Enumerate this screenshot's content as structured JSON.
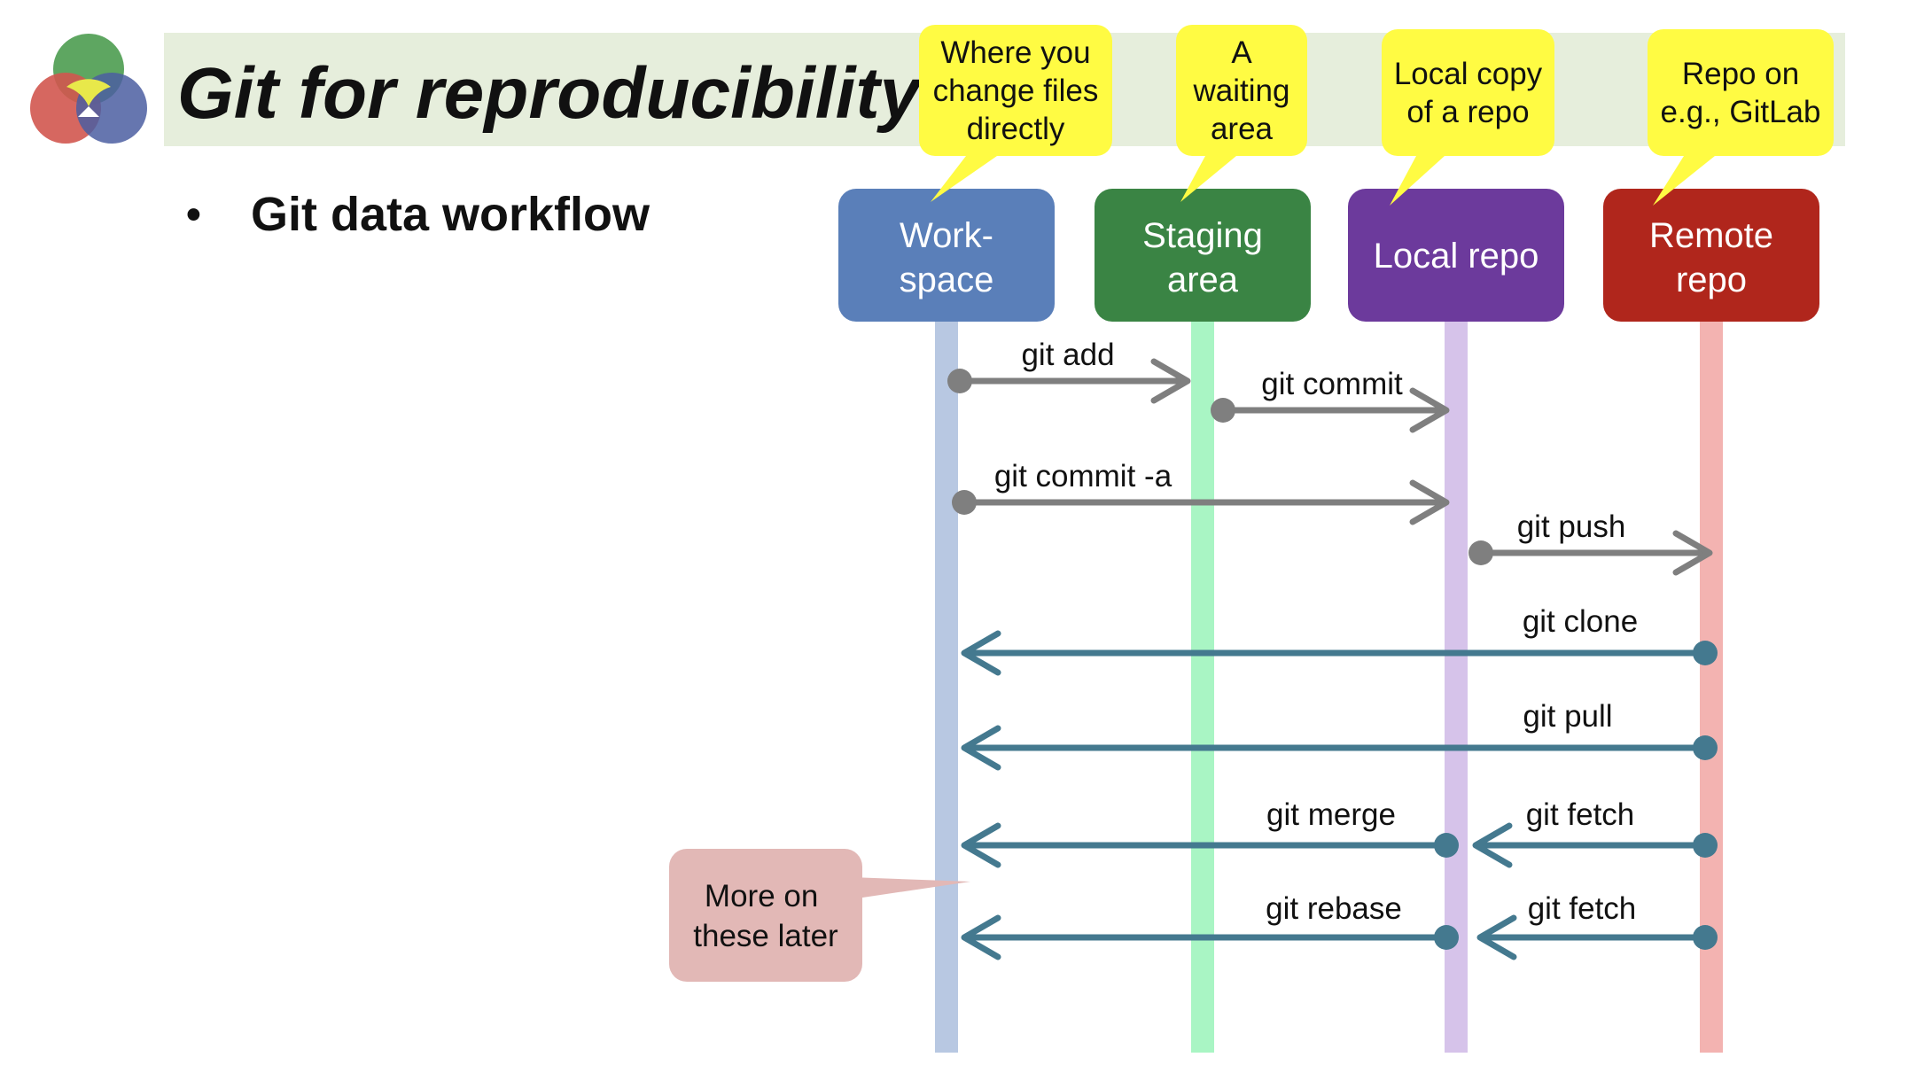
{
  "slide": {
    "title": "Git for reproducibility",
    "bullet_symbol": "•",
    "bullet_text": "Git data workflow"
  },
  "callouts": [
    {
      "id": "workspace",
      "lines": [
        "Where you",
        "change files",
        "directly"
      ]
    },
    {
      "id": "staging",
      "lines": [
        "A",
        "waiting",
        "area"
      ]
    },
    {
      "id": "local",
      "lines": [
        "Local copy",
        "of a repo"
      ]
    },
    {
      "id": "remote",
      "lines": [
        "Repo on",
        "e.g., GitLab"
      ]
    }
  ],
  "lanes": [
    {
      "id": "workspace",
      "lines": [
        "Work-",
        "space"
      ],
      "box_color": "#5a7fb9",
      "lane_color": "#b8c8e2"
    },
    {
      "id": "staging",
      "lines": [
        "Staging",
        "area"
      ],
      "box_color": "#3a8444",
      "lane_color": "#a9f5c4"
    },
    {
      "id": "local",
      "lines": [
        "Local repo"
      ],
      "box_color": "#6c3a9c",
      "lane_color": "#d6c3ea"
    },
    {
      "id": "remote",
      "lines": [
        "Remote",
        "repo"
      ],
      "box_color": "#b0261c",
      "lane_color": "#f3b3b1"
    }
  ],
  "arrows": [
    {
      "label": "git add",
      "from": "workspace",
      "to": "staging",
      "kind": "forward"
    },
    {
      "label": "git commit",
      "from": "staging",
      "to": "local",
      "kind": "forward"
    },
    {
      "label": "git commit -a",
      "from": "workspace",
      "to": "local",
      "kind": "forward"
    },
    {
      "label": "git push",
      "from": "local",
      "to": "remote",
      "kind": "forward"
    },
    {
      "label": "git clone",
      "from": "remote",
      "to": "workspace",
      "kind": "back"
    },
    {
      "label": "git pull",
      "from": "remote",
      "to": "workspace",
      "kind": "back"
    },
    {
      "label": "git merge",
      "from": "local",
      "to": "workspace",
      "kind": "back"
    },
    {
      "label": "git fetch",
      "from": "remote",
      "to": "local",
      "kind": "back"
    },
    {
      "label": "git rebase",
      "from": "local",
      "to": "workspace",
      "kind": "back"
    },
    {
      "label": "git fetch",
      "from": "remote",
      "to": "local",
      "kind": "back"
    }
  ],
  "note": {
    "lines": [
      "More on",
      "these later"
    ]
  },
  "colors": {
    "title_band": "#e6eedc",
    "callout_fill": "#fffb43",
    "forward_arrow": "#7f7f7f",
    "back_arrow": "#44798f",
    "note_fill": "#e2b8b6"
  },
  "logo": {
    "circle_colors": [
      "#5ea661",
      "#d2574f",
      "#4b5ea1"
    ]
  }
}
